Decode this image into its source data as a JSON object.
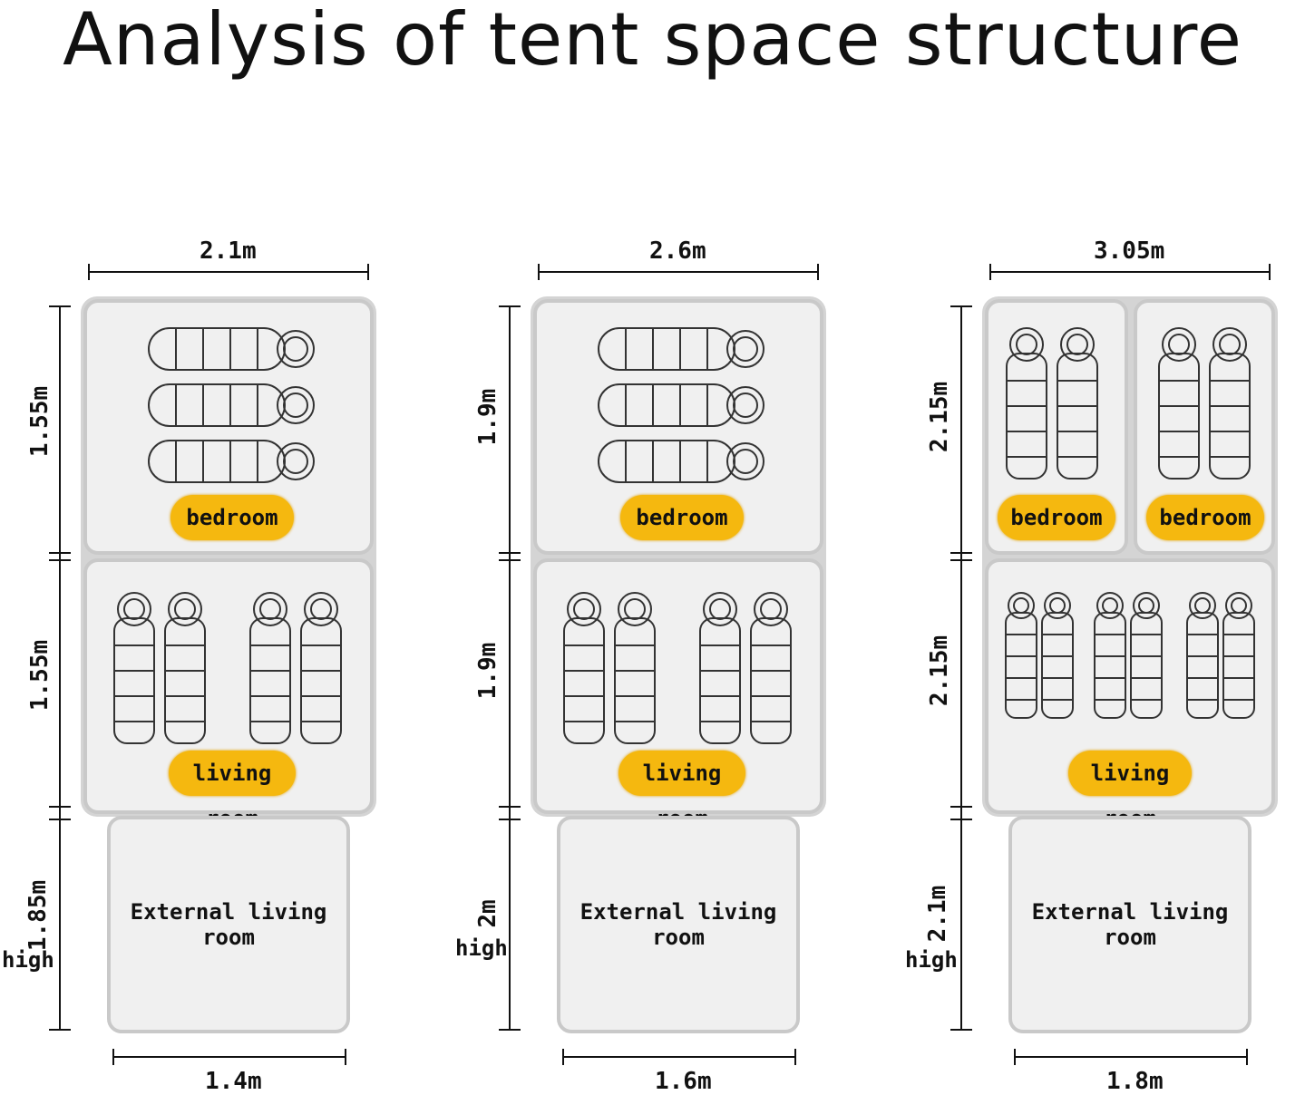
{
  "title": "Analysis of tent space structure",
  "tents": [
    {
      "width_top": "2.1m",
      "bedroom_height": "1.55m",
      "living_height": "1.55m",
      "external_height": "1.85m",
      "external_unit": "high",
      "width_bottom": "1.4m",
      "bedroom_label": "bedroom",
      "living_label": "living room",
      "external_label": "External living room"
    },
    {
      "width_top": "2.6m",
      "bedroom_height": "1.9m",
      "living_height": "1.9m",
      "external_height": "2m",
      "external_unit": "high",
      "width_bottom": "1.6m",
      "bedroom_label": "bedroom",
      "living_label": "living room",
      "external_label": "External living room"
    },
    {
      "width_top": "3.05m",
      "bedroom_height": "2.15m",
      "living_height": "2.15m",
      "external_height": "2.1m",
      "external_unit": "high",
      "width_bottom": "1.8m",
      "bedroom_label": "bedroom",
      "bedroom_label_2": "bedroom",
      "living_label": "living room",
      "external_label": "External living room"
    }
  ],
  "colors": {
    "label_bg": "#f5b80f",
    "room_bg": "#f0f0f0",
    "room_border": "#c9c9c9"
  },
  "icons": [
    "sleeping-bag-icon"
  ]
}
